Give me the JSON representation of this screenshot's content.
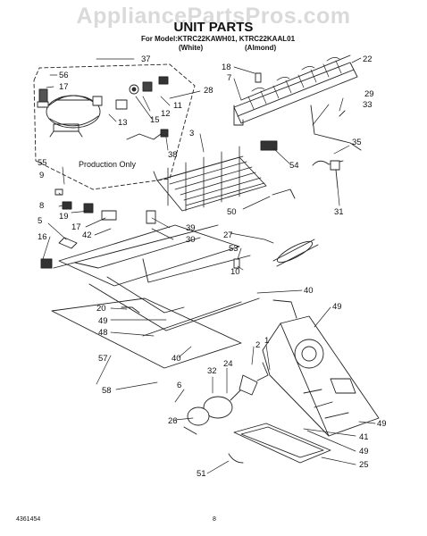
{
  "header": {
    "watermark": "AppliancePartsPros.com",
    "title": "UNIT PARTS",
    "model_line": "For Model:KTRC22KAWH01, KTRC22KAAL01",
    "variant_white": "(White)",
    "variant_almond": "(Almond)"
  },
  "notes": {
    "production_only": "Production Only"
  },
  "callouts": [
    {
      "id": "c37",
      "label": "37"
    },
    {
      "id": "c56",
      "label": "56"
    },
    {
      "id": "c17a",
      "label": "17"
    },
    {
      "id": "c28",
      "label": "28"
    },
    {
      "id": "c11",
      "label": "11"
    },
    {
      "id": "c12",
      "label": "12"
    },
    {
      "id": "c15",
      "label": "15"
    },
    {
      "id": "c13",
      "label": "13"
    },
    {
      "id": "c38",
      "label": "38"
    },
    {
      "id": "c18",
      "label": "18"
    },
    {
      "id": "c7",
      "label": "7"
    },
    {
      "id": "c22",
      "label": "22"
    },
    {
      "id": "c29",
      "label": "29"
    },
    {
      "id": "c33",
      "label": "33"
    },
    {
      "id": "c3",
      "label": "3"
    },
    {
      "id": "c54",
      "label": "54"
    },
    {
      "id": "c35",
      "label": "35"
    },
    {
      "id": "c55",
      "label": "55"
    },
    {
      "id": "c9",
      "label": "9"
    },
    {
      "id": "c8",
      "label": "8"
    },
    {
      "id": "c19",
      "label": "19"
    },
    {
      "id": "c17b",
      "label": "17"
    },
    {
      "id": "c42",
      "label": "42"
    },
    {
      "id": "c5",
      "label": "5"
    },
    {
      "id": "c16",
      "label": "16"
    },
    {
      "id": "c39",
      "label": "39"
    },
    {
      "id": "c30",
      "label": "30"
    },
    {
      "id": "c50",
      "label": "50"
    },
    {
      "id": "c31",
      "label": "31"
    },
    {
      "id": "c27",
      "label": "27"
    },
    {
      "id": "c53",
      "label": "53"
    },
    {
      "id": "c10",
      "label": "10"
    },
    {
      "id": "c40a",
      "label": "40"
    },
    {
      "id": "c20",
      "label": "20"
    },
    {
      "id": "c49a",
      "label": "49"
    },
    {
      "id": "c48",
      "label": "48"
    },
    {
      "id": "c40b",
      "label": "40"
    },
    {
      "id": "c49b",
      "label": "49"
    },
    {
      "id": "c2",
      "label": "2"
    },
    {
      "id": "c1",
      "label": "1"
    },
    {
      "id": "c57",
      "label": "57"
    },
    {
      "id": "c58",
      "label": "58"
    },
    {
      "id": "c32",
      "label": "32"
    },
    {
      "id": "c24",
      "label": "24"
    },
    {
      "id": "c6",
      "label": "6"
    },
    {
      "id": "c26",
      "label": "26"
    },
    {
      "id": "c41",
      "label": "41"
    },
    {
      "id": "c49c",
      "label": "49"
    },
    {
      "id": "c49d",
      "label": "49"
    },
    {
      "id": "c25",
      "label": "25"
    },
    {
      "id": "c51",
      "label": "51"
    }
  ],
  "footer": {
    "doc_number": "4361454",
    "page_number": "8"
  }
}
